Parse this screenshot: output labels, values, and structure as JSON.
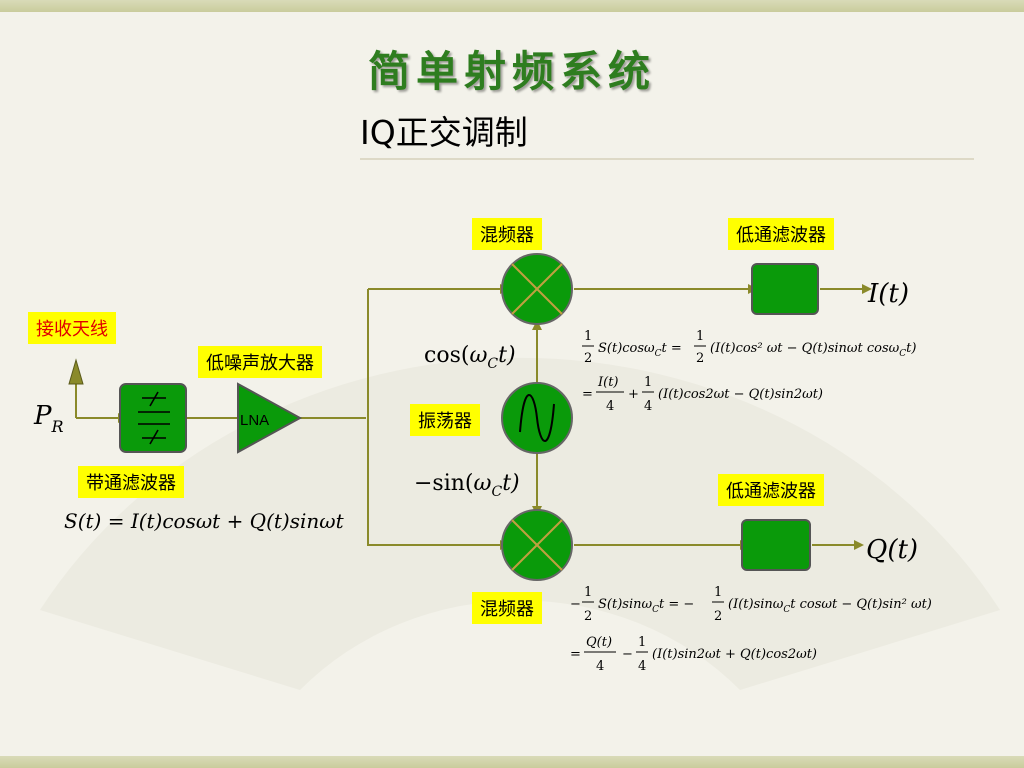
{
  "slide": {
    "title": "简单射频系统",
    "subtitle": "IQ正交调制"
  },
  "labels": {
    "antenna": "接收天线",
    "lna_stage": "低噪声放大器",
    "bandpass": "带通滤波器",
    "mixer_top": "混频器",
    "mixer_bottom": "混频器",
    "oscillator": "振荡器",
    "lowpass_top": "低通滤波器",
    "lowpass_bottom": "低通滤波器",
    "lna_block": "LNA"
  },
  "math": {
    "pr": {
      "main": "P",
      "sub": "R"
    },
    "cos_input": {
      "pre": "cos(",
      "w": "ω",
      "sub": "C",
      "post": "t)"
    },
    "sin_input": {
      "pre": "−sin(",
      "w": "ω",
      "sub": "C",
      "post": "t)"
    },
    "signal": "S(t) = I(t)cosωt + Q(t)sinωt",
    "out_i": "I(t)",
    "out_q": "Q(t)",
    "eq_top_1": {
      "n1": "1",
      "d1": "2",
      "mid": "S(t)cosω",
      "sub": "C",
      "mid2": "t =",
      "n2": "1",
      "d2": "2",
      "rest": "(I(t)cos² ωt − Q(t)sinωt cosω",
      "sub2": "C",
      "rest2": "t)"
    },
    "eq_top_2": {
      "eq": "=",
      "n1": "I(t)",
      "d1": "4",
      "plus": "+",
      "n2": "1",
      "d2": "4",
      "rest": "(I(t)cos2ωt − Q(t)sin2ωt)"
    },
    "eq_bot_1": {
      "neg": "−",
      "n1": "1",
      "d1": "2",
      "mid": "S(t)sinω",
      "sub": "C",
      "mid2": "t = −",
      "n2": "1",
      "d2": "2",
      "rest": "(I(t)sinω",
      "sub2": "C",
      "rest2": "t cosωt − Q(t)sin² ωt)"
    },
    "eq_bot_2": {
      "eq": "=",
      "n1": "Q(t)",
      "d1": "4",
      "minus": "−",
      "n2": "1",
      "d2": "4",
      "rest": "(I(t)sin2ωt + Q(t)cos2ωt)"
    }
  },
  "colors": {
    "line": "#8a8a2a",
    "block_fill": "#0a9a0a",
    "block_stroke": "#555555",
    "mixer_cross": "#c0a040",
    "label_bg": "#ffff00",
    "title": "#2e7d1f"
  }
}
